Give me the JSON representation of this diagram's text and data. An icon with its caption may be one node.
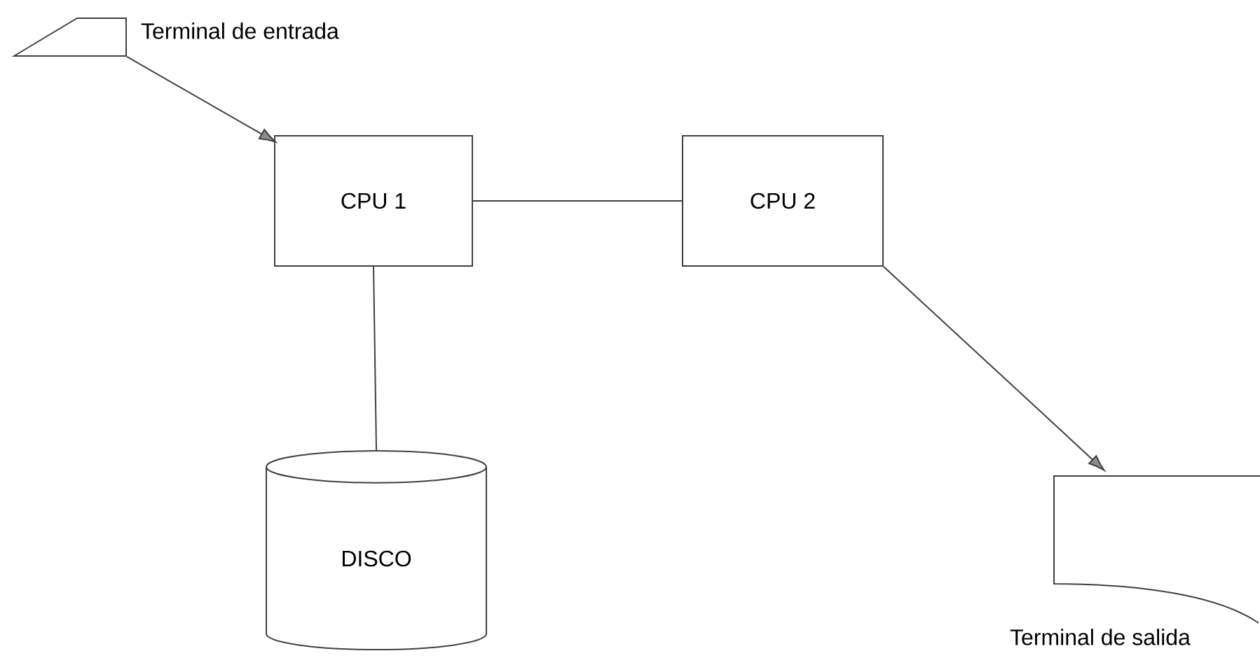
{
  "diagram": {
    "nodes": [
      {
        "text": [
          "Terminal de entrada"
        ]
      },
      {
        "text": [
          "CPU 1"
        ]
      },
      {
        "text": [
          "CPU 2"
        ]
      },
      {
        "text": [
          "DISCO"
        ]
      },
      {
        "text": [
          "Terminal de salida"
        ]
      }
    ],
    "edges": [
      {
        "from": 0,
        "to": 1,
        "arrow": "to"
      },
      {
        "from": 1,
        "to": 2,
        "arrow": "none"
      },
      {
        "from": 1,
        "to": 3,
        "arrow": "none"
      },
      {
        "from": 2,
        "to": 4,
        "arrow": "to"
      }
    ]
  }
}
